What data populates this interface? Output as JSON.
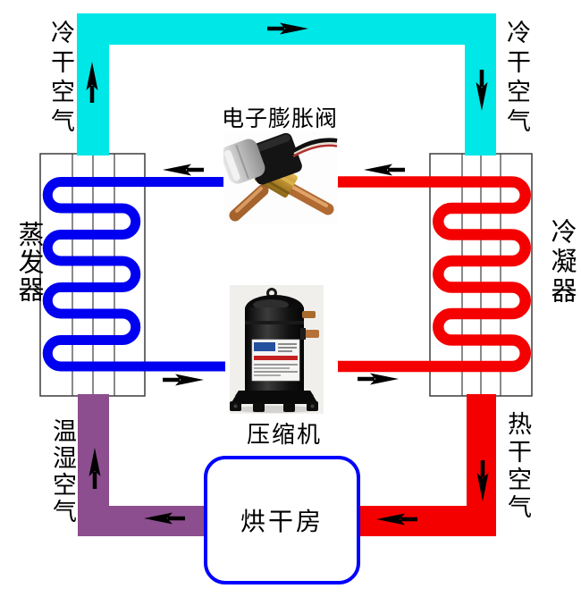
{
  "labels": {
    "cold_dry_air_left": "冷干空气",
    "cold_dry_air_right": "冷干空气",
    "expansion_valve": "电子膨胀阀",
    "evaporator": "蒸发器",
    "condenser": "冷凝器",
    "compressor": "压缩机",
    "drying_room": "烘干房",
    "warm_humid_air": "温湿空气",
    "hot_dry_air": "热干空气"
  },
  "colors": {
    "cold_air": "#00E7E7",
    "liquid_line": "#0000F0",
    "hot_line": "#F50000",
    "humid_air": "#8C4E8E",
    "room_border": "#0000FF",
    "arrow": "#000000",
    "coil_frame": "#3C3C3C"
  },
  "icons": {
    "flow_arrows": [
      {
        "name": "airflow-top-arrow",
        "direction": "right"
      },
      {
        "name": "airflow-left-riser-arrow",
        "direction": "up"
      },
      {
        "name": "airflow-right-downcomer-arrow",
        "direction": "down"
      },
      {
        "name": "valve-to-evaporator-arrow",
        "direction": "left"
      },
      {
        "name": "condenser-to-valve-arrow",
        "direction": "left"
      },
      {
        "name": "evaporator-to-compressor-arrow",
        "direction": "right"
      },
      {
        "name": "compressor-to-condenser-arrow",
        "direction": "right"
      },
      {
        "name": "humid-air-riser-arrow",
        "direction": "up"
      },
      {
        "name": "room-outlet-arrow",
        "direction": "left"
      },
      {
        "name": "hot-air-downcomer-arrow",
        "direction": "down"
      },
      {
        "name": "room-inlet-arrow",
        "direction": "left"
      }
    ]
  }
}
